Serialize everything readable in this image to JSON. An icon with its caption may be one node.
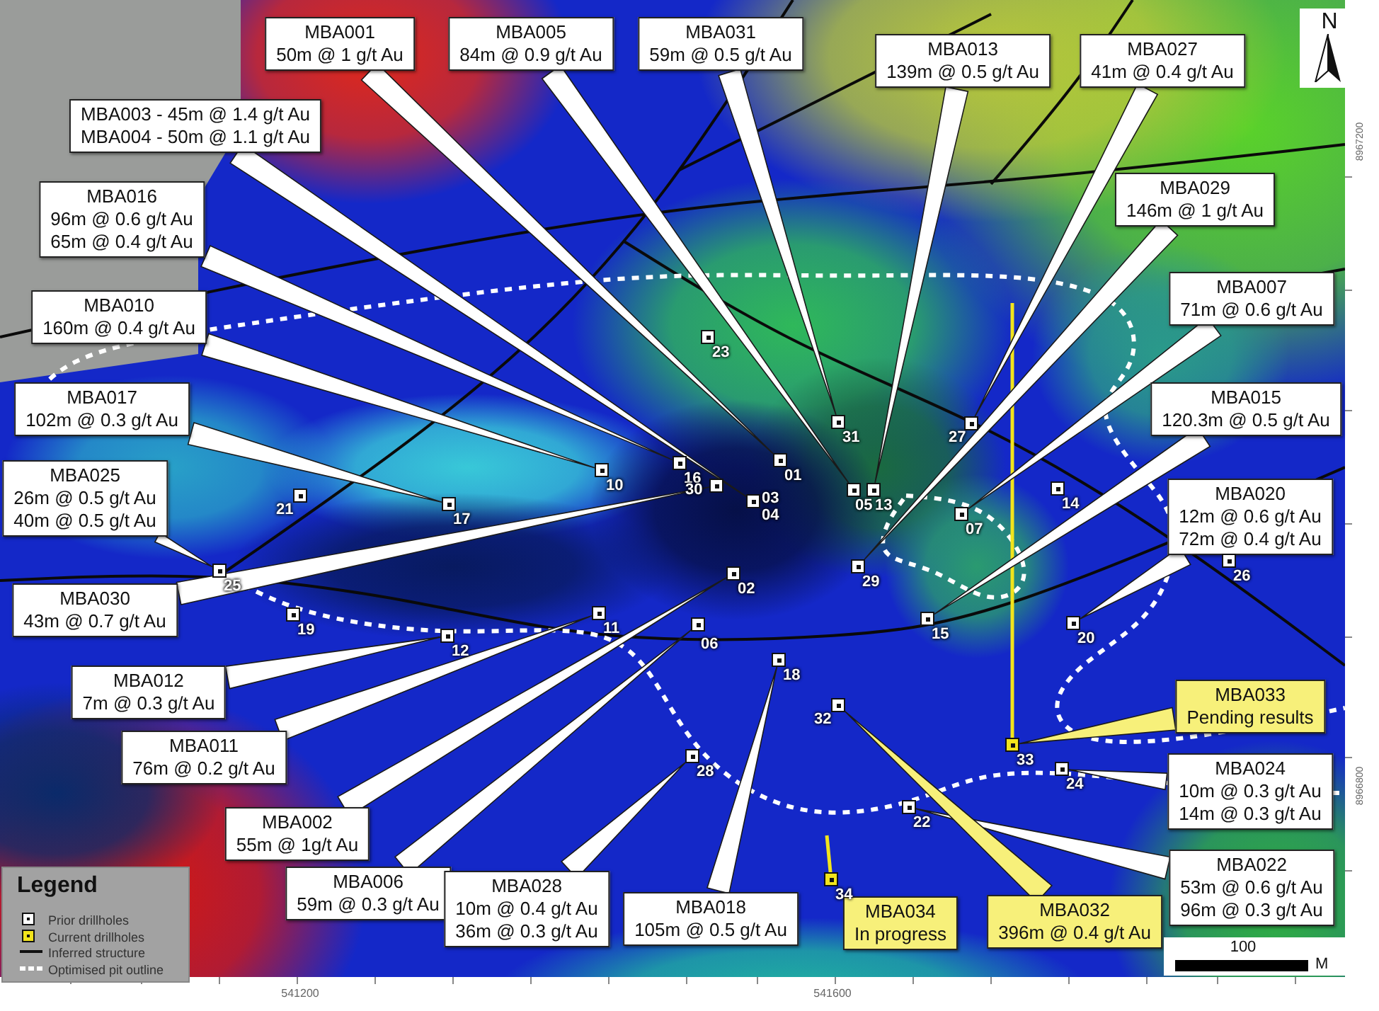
{
  "diagram": {
    "nodes": [
      {
        "text": [
          "MBA001",
          "50m @ 1 g/t Au"
        ]
      },
      {
        "text": [
          "MBA005",
          "84m @ 0.9 g/t Au"
        ]
      },
      {
        "text": [
          "MBA031",
          "59m @ 0.5 g/t Au"
        ]
      },
      {
        "text": [
          "MBA013",
          "139m @ 0.5 g/t Au"
        ]
      },
      {
        "text": [
          "MBA027",
          "41m @ 0.4 g/t Au"
        ]
      },
      {
        "text": [
          "MBA003 - 45m @ 1.4 g/t Au",
          "MBA004 - 50m @ 1.1 g/t Au"
        ]
      },
      {
        "text": [
          "MBA029",
          "146m @ 1 g/t Au"
        ]
      },
      {
        "text": [
          "MBA016",
          "96m @ 0.6 g/t Au",
          "65m @ 0.4 g/t Au"
        ]
      },
      {
        "text": [
          "MBA007",
          "71m @ 0.6 g/t Au"
        ]
      },
      {
        "text": [
          "MBA010",
          "160m @ 0.4 g/t Au"
        ]
      },
      {
        "text": [
          "MBA015",
          "120.3m @ 0.5 g/t Au"
        ]
      },
      {
        "text": [
          "MBA017",
          "102m @ 0.3 g/t Au"
        ]
      },
      {
        "text": [
          "MBA025",
          "26m @ 0.5 g/t Au",
          "40m @ 0.5 g/t Au"
        ]
      },
      {
        "text": [
          "MBA020",
          "12m @ 0.6 g/t Au",
          "72m @ 0.4 g/t Au"
        ]
      },
      {
        "text": [
          "MBA030",
          "43m @ 0.7 g/t Au"
        ]
      },
      {
        "text": [
          "MBA012",
          "7m @ 0.3 g/t Au"
        ]
      },
      {
        "text": [
          "MBA033",
          "Pending results"
        ]
      },
      {
        "text": [
          "MBA011",
          "76m @ 0.2 g/t Au"
        ]
      },
      {
        "text": [
          "MBA024",
          "10m @ 0.3 g/t Au",
          "14m @ 0.3 g/t Au"
        ]
      },
      {
        "text": [
          "MBA002",
          "55m @ 1g/t Au"
        ]
      },
      {
        "text": [
          "MBA022",
          "53m @ 0.6 g/t Au",
          "96m @ 0.3 g/t Au"
        ]
      },
      {
        "text": [
          "MBA006",
          "59m @ 0.3 g/t Au"
        ]
      },
      {
        "text": [
          "MBA028",
          "10m @ 0.4 g/t Au",
          "36m @ 0.3 g/t Au"
        ]
      },
      {
        "text": [
          "MBA018",
          "105m @ 0.5 g/t Au"
        ]
      },
      {
        "text": [
          "MBA034",
          "In progress"
        ]
      },
      {
        "text": [
          "MBA032",
          "396m @ 0.4 g/t Au"
        ]
      },
      {
        "text": [],
        "shape": "box",
        "beside": [
          "23"
        ]
      },
      {
        "text": [],
        "shape": "box",
        "beside": [
          "31"
        ]
      },
      {
        "text": [],
        "shape": "box",
        "beside": [
          "27"
        ]
      },
      {
        "text": [],
        "shape": "box",
        "beside": [
          "01"
        ]
      },
      {
        "text": [],
        "shape": "box",
        "beside": [
          "16"
        ]
      },
      {
        "text": [],
        "shape": "box",
        "beside": [
          "10"
        ]
      },
      {
        "text": [],
        "shape": "box",
        "beside": [
          "30"
        ]
      },
      {
        "text": [],
        "shape": "box",
        "beside": [
          "03",
          "04"
        ]
      },
      {
        "text": [],
        "shape": "box",
        "beside": [
          "05"
        ]
      },
      {
        "text": [],
        "shape": "box",
        "beside": [
          "13"
        ]
      },
      {
        "text": [],
        "shape": "box",
        "beside": [
          "14"
        ]
      },
      {
        "text": [],
        "shape": "box",
        "beside": [
          "21"
        ]
      },
      {
        "text": [],
        "shape": "box",
        "beside": [
          "17"
        ]
      },
      {
        "text": [],
        "shape": "box",
        "beside": [
          "07"
        ]
      },
      {
        "text": [],
        "shape": "box",
        "beside": [
          "26"
        ]
      },
      {
        "text": [],
        "shape": "box",
        "beside": [
          "29"
        ]
      },
      {
        "text": [],
        "shape": "box",
        "beside": [
          "25"
        ]
      },
      {
        "text": [],
        "shape": "box",
        "beside": [
          "02"
        ]
      },
      {
        "text": [],
        "shape": "box",
        "beside": [
          "19"
        ]
      },
      {
        "text": [],
        "shape": "box",
        "beside": [
          "11"
        ]
      },
      {
        "text": [],
        "shape": "box",
        "beside": [
          "15"
        ]
      },
      {
        "text": [],
        "shape": "box",
        "beside": [
          "20"
        ]
      },
      {
        "text": [],
        "shape": "box",
        "beside": [
          "06"
        ]
      },
      {
        "text": [],
        "shape": "box",
        "beside": [
          "12"
        ]
      },
      {
        "text": [],
        "shape": "box",
        "beside": [
          "18"
        ]
      },
      {
        "text": [],
        "shape": "box",
        "beside": [
          "32"
        ]
      },
      {
        "text": [],
        "shape": "box",
        "beside": [
          "33"
        ]
      },
      {
        "text": [],
        "shape": "box",
        "beside": [
          "28"
        ]
      },
      {
        "text": [],
        "shape": "box",
        "beside": [
          "24"
        ]
      },
      {
        "text": [],
        "shape": "box",
        "beside": [
          "22"
        ]
      },
      {
        "text": [],
        "shape": "box",
        "beside": [
          "34"
        ]
      }
    ],
    "edges": [
      {
        "from": 0,
        "to": 29,
        "arrow": "none"
      },
      {
        "from": 1,
        "to": 34,
        "arrow": "none"
      },
      {
        "from": 2,
        "to": 27,
        "arrow": "none"
      },
      {
        "from": 3,
        "to": 35,
        "arrow": "none"
      },
      {
        "from": 4,
        "to": 28,
        "arrow": "none"
      },
      {
        "from": 5,
        "to": 33,
        "arrow": "none"
      },
      {
        "from": 6,
        "to": 41,
        "arrow": "none"
      },
      {
        "from": 7,
        "to": 30,
        "arrow": "none"
      },
      {
        "from": 8,
        "to": 39,
        "arrow": "none"
      },
      {
        "from": 9,
        "to": 31,
        "arrow": "none"
      },
      {
        "from": 10,
        "to": 46,
        "arrow": "none"
      },
      {
        "from": 11,
        "to": 38,
        "arrow": "none"
      },
      {
        "from": 12,
        "to": 42,
        "arrow": "none"
      },
      {
        "from": 13,
        "to": 47,
        "arrow": "none"
      },
      {
        "from": 14,
        "to": 32,
        "arrow": "none"
      },
      {
        "from": 15,
        "to": 49,
        "arrow": "none"
      },
      {
        "from": 16,
        "to": 52,
        "arrow": "none",
        "color": "#f7f07a"
      },
      {
        "from": 17,
        "to": 45,
        "arrow": "none"
      },
      {
        "from": 18,
        "to": 54,
        "arrow": "none"
      },
      {
        "from": 19,
        "to": 43,
        "arrow": "none"
      },
      {
        "from": 20,
        "to": 55,
        "arrow": "none"
      },
      {
        "from": 21,
        "to": 48,
        "arrow": "none"
      },
      {
        "from": 22,
        "to": 53,
        "arrow": "none"
      },
      {
        "from": 23,
        "to": 50,
        "arrow": "none"
      },
      {
        "from": 25,
        "to": 51,
        "arrow": "none",
        "color": "#f7f07a"
      }
    ],
    "labels": [
      "N",
      "8967200",
      "8966800",
      "Legend",
      "541200",
      "541600",
      "100",
      "M"
    ],
    "legend": [
      {
        "text": "Prior drillholes"
      },
      {
        "text": "Current drillholes"
      },
      {
        "text": "Inferred structure"
      },
      {
        "text": "Optimised pit outline"
      }
    ]
  }
}
